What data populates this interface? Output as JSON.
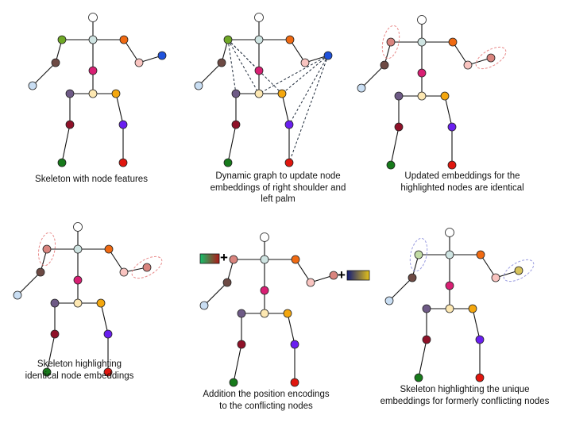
{
  "panels": [
    {
      "id": "panel-1",
      "caption": "Skeleton with node features"
    },
    {
      "id": "panel-2",
      "caption": "Dynamic graph to update node\nembeddings of right shoulder and\nleft palm"
    },
    {
      "id": "panel-3",
      "caption": "Updated embeddings for the\nhighlighted nodes are identical"
    },
    {
      "id": "panel-4",
      "caption": "Skeleton highlighting\nidentical node embeddings"
    },
    {
      "id": "panel-5",
      "caption": "Addition the position encodings\nto the conflicting nodes"
    },
    {
      "id": "panel-6",
      "caption": "Skeleton highlighting the unique\nembeddings for formerly conflicting nodes"
    }
  ],
  "plus_sign": "+",
  "colors": {
    "head": "#ffffff",
    "neck": "#cfe4e2",
    "right_shoulder": "#6fa826",
    "right_elbow": "#6d4a44",
    "right_hand": "#c9def3",
    "left_shoulder": "#f06a12",
    "left_elbow": "#f9c4c0",
    "left_hand": "#1f52dc",
    "spine": "#d81f73",
    "pelvis": "#fde8b2",
    "right_hip": "#6e5a86",
    "right_knee": "#8f1128",
    "right_foot": "#177a1b",
    "left_hip": "#f4a70e",
    "left_knee": "#6a1ff0",
    "left_foot": "#e0160e",
    "identical_embedding": "#d9847e",
    "unique_right": "#c2dca5",
    "unique_left": "#d7c35a",
    "highlight_red": "#e88a8a",
    "highlight_blue": "#9a9ce0"
  }
}
